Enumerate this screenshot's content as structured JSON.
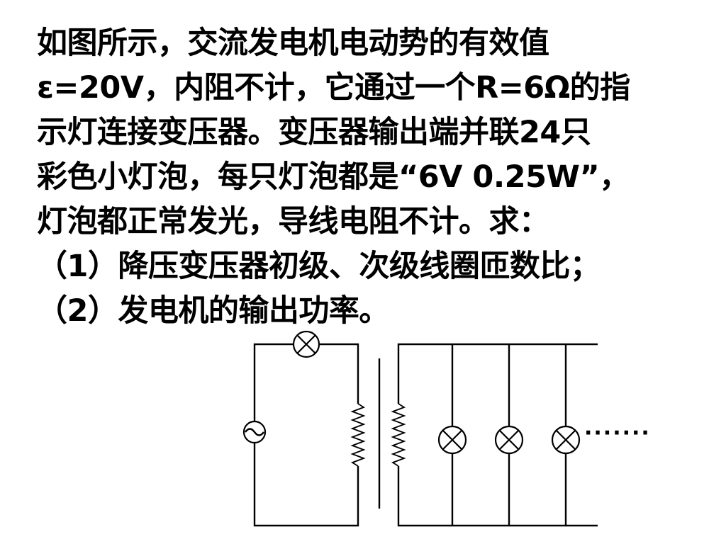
{
  "problem": {
    "lines": [
      "如图所示，交流发电机电动势的有效值",
      " ε=20V，内阻不计，它通过一个R=6Ω的指",
      "示灯连接变压器。变压器输出端并联24只",
      "彩色小灯泡，每只灯泡都是“6V 0.25W”，",
      "灯泡都正常发光，导线电阻不计。求：",
      "（1）降压变压器初级、次级线圈匝数比；",
      "（2）发电机的输出功率。"
    ]
  },
  "diagram": {
    "ellipsis": "·······",
    "icons": {
      "generator": "ac-source-icon",
      "indicator_lamp": "lamp-icon",
      "transformer": "transformer-icon",
      "bulb": "lamp-icon"
    }
  }
}
